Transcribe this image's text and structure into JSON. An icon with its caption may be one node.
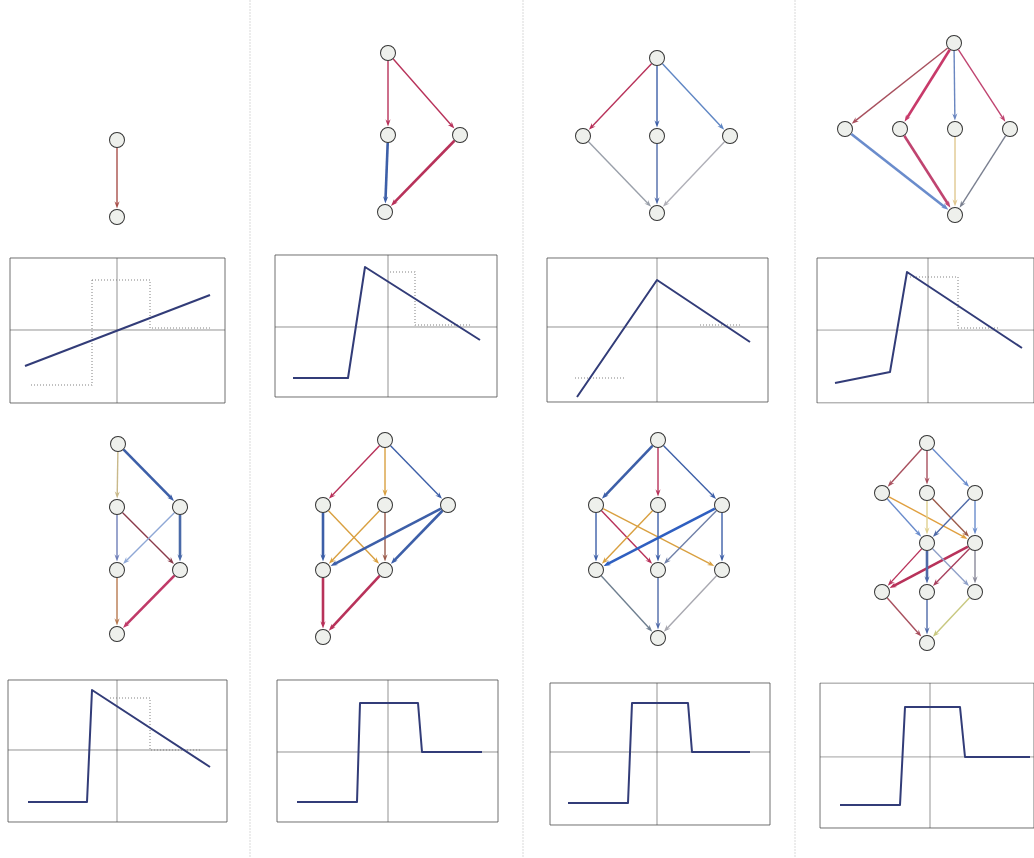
{
  "diagram": {
    "nodes": [
      {
        "text": [],
        "shape": "circle"
      },
      {
        "text": [],
        "shape": "circle"
      },
      {
        "text": [],
        "shape": "circle"
      },
      {
        "text": [],
        "shape": "circle"
      },
      {
        "text": [],
        "shape": "circle"
      },
      {
        "text": [],
        "shape": "circle"
      },
      {
        "text": [],
        "shape": "circle"
      },
      {
        "text": [],
        "shape": "circle"
      },
      {
        "text": [],
        "shape": "circle"
      },
      {
        "text": [],
        "shape": "circle"
      },
      {
        "text": [],
        "shape": "circle"
      },
      {
        "text": [],
        "shape": "circle"
      },
      {
        "text": [],
        "shape": "circle"
      },
      {
        "text": [],
        "shape": "circle"
      },
      {
        "text": [],
        "shape": "circle"
      },
      {
        "text": [],
        "shape": "circle"
      },
      {
        "text": [],
        "shape": "circle"
      },
      {
        "text": [],
        "shape": "circle"
      },
      {
        "text": [],
        "shape": "circle"
      },
      {
        "text": [],
        "shape": "circle"
      },
      {
        "text": [],
        "shape": "circle"
      },
      {
        "text": [],
        "shape": "circle"
      },
      {
        "text": [],
        "shape": "circle"
      },
      {
        "text": [],
        "shape": "circle"
      },
      {
        "text": [],
        "shape": "circle"
      },
      {
        "text": [],
        "shape": "circle"
      },
      {
        "text": [],
        "shape": "circle"
      },
      {
        "text": [],
        "shape": "circle"
      },
      {
        "text": [],
        "shape": "circle"
      },
      {
        "text": [],
        "shape": "circle"
      },
      {
        "text": [],
        "shape": "circle"
      },
      {
        "text": [],
        "shape": "circle"
      },
      {
        "text": [],
        "shape": "circle"
      },
      {
        "text": [],
        "shape": "circle"
      },
      {
        "text": [],
        "shape": "circle"
      },
      {
        "text": [],
        "shape": "circle"
      },
      {
        "text": [],
        "shape": "circle"
      },
      {
        "text": [],
        "shape": "circle"
      },
      {
        "text": [],
        "shape": "circle"
      },
      {
        "text": [],
        "shape": "circle"
      },
      {
        "text": [],
        "shape": "circle"
      },
      {
        "text": [],
        "shape": "circle"
      },
      {
        "text": [],
        "shape": "circle"
      },
      {
        "text": [],
        "shape": "circle"
      },
      {
        "text": [],
        "shape": "circle"
      },
      {
        "text": [],
        "shape": "circle"
      },
      {
        "text": [],
        "shape": "circle"
      },
      {
        "text": [],
        "shape": "circle"
      }
    ],
    "edges": [
      {
        "from": 0,
        "to": 1,
        "arrow": "to",
        "color": "#a8504a"
      },
      {
        "from": 2,
        "to": 3,
        "arrow": "to",
        "color": "#b8325a"
      },
      {
        "from": 2,
        "to": 4,
        "arrow": "to",
        "color": "#b8325a"
      },
      {
        "from": 3,
        "to": 5,
        "arrow": "to",
        "color": "#3d5fa8"
      },
      {
        "from": 4,
        "to": 5,
        "arrow": "to",
        "color": "#b8325a"
      },
      {
        "from": 6,
        "to": 7,
        "arrow": "to",
        "color": "#b8325a"
      },
      {
        "from": 6,
        "to": 8,
        "arrow": "to",
        "color": "#3d5fa8"
      },
      {
        "from": 6,
        "to": 9,
        "arrow": "to",
        "color": "#5f86c4"
      },
      {
        "from": 7,
        "to": 10,
        "arrow": "to",
        "color": "#9aa0aa"
      },
      {
        "from": 8,
        "to": 10,
        "arrow": "to",
        "color": "#4f6aa8"
      },
      {
        "from": 9,
        "to": 10,
        "arrow": "to",
        "color": "#b0b0b8"
      },
      {
        "from": 11,
        "to": 12,
        "arrow": "to",
        "color": "#a8505e"
      },
      {
        "from": 11,
        "to": 13,
        "arrow": "to",
        "color": "#c83a6a"
      },
      {
        "from": 11,
        "to": 14,
        "arrow": "to",
        "color": "#6a86c0"
      },
      {
        "from": 11,
        "to": 15,
        "arrow": "to",
        "color": "#c04470"
      },
      {
        "from": 12,
        "to": 16,
        "arrow": "to",
        "color": "#6a8ccc"
      },
      {
        "from": 13,
        "to": 16,
        "arrow": "to",
        "color": "#c04470"
      },
      {
        "from": 14,
        "to": 16,
        "arrow": "to",
        "color": "#e0c890"
      },
      {
        "from": 15,
        "to": 16,
        "arrow": "to",
        "color": "#7a8090"
      },
      {
        "from": 17,
        "to": 18,
        "arrow": "to",
        "color": "#c9b98a"
      },
      {
        "from": 17,
        "to": 19,
        "arrow": "to",
        "color": "#3d5fa8"
      },
      {
        "from": 18,
        "to": 20,
        "arrow": "to",
        "color": "#6f7fb8"
      },
      {
        "from": 18,
        "to": 21,
        "arrow": "to",
        "color": "#8a3a4a"
      },
      {
        "from": 19,
        "to": 20,
        "arrow": "to",
        "color": "#8fa8d6"
      },
      {
        "from": 19,
        "to": 21,
        "arrow": "to",
        "color": "#4a6aa8"
      },
      {
        "from": 20,
        "to": 22,
        "arrow": "to",
        "color": "#b87a50"
      },
      {
        "from": 21,
        "to": 22,
        "arrow": "to",
        "color": "#c03a68"
      },
      {
        "from": 23,
        "to": 24,
        "arrow": "to",
        "color": "#b8325a"
      },
      {
        "from": 23,
        "to": 25,
        "arrow": "to",
        "color": "#d9a040"
      },
      {
        "from": 23,
        "to": 26,
        "arrow": "to",
        "color": "#3d5fa8"
      },
      {
        "from": 24,
        "to": 27,
        "arrow": "to",
        "color": "#3d5fa8"
      },
      {
        "from": 24,
        "to": 28,
        "arrow": "to",
        "color": "#d9a040"
      },
      {
        "from": 25,
        "to": 27,
        "arrow": "to",
        "color": "#d9a040"
      },
      {
        "from": 25,
        "to": 28,
        "arrow": "to",
        "color": "#9b5a4a"
      },
      {
        "from": 26,
        "to": 27,
        "arrow": "to",
        "color": "#3d5fa8"
      },
      {
        "from": 26,
        "to": 28,
        "arrow": "to",
        "color": "#3d5fa8"
      },
      {
        "from": 27,
        "to": 29,
        "arrow": "to",
        "color": "#b8325a"
      },
      {
        "from": 28,
        "to": 29,
        "arrow": "to",
        "color": "#b8325a"
      },
      {
        "from": 30,
        "to": 31,
        "arrow": "to",
        "color": "#3d5fa8"
      },
      {
        "from": 30,
        "to": 32,
        "arrow": "to",
        "color": "#b8325a"
      },
      {
        "from": 30,
        "to": 33,
        "arrow": "to",
        "color": "#3d5fa8"
      },
      {
        "from": 31,
        "to": 34,
        "arrow": "to",
        "color": "#3d5fa8"
      },
      {
        "from": 31,
        "to": 35,
        "arrow": "to",
        "color": "#b8325a"
      },
      {
        "from": 31,
        "to": 36,
        "arrow": "to",
        "color": "#d9a040"
      },
      {
        "from": 32,
        "to": 34,
        "arrow": "to",
        "color": "#d9a040"
      },
      {
        "from": 32,
        "to": 35,
        "arrow": "to",
        "color": "#3d5fa8"
      },
      {
        "from": 33,
        "to": 34,
        "arrow": "to",
        "color": "#2f5fc0"
      },
      {
        "from": 33,
        "to": 35,
        "arrow": "to",
        "color": "#6f7fa8"
      },
      {
        "from": 33,
        "to": 36,
        "arrow": "to",
        "color": "#3d5fa8"
      },
      {
        "from": 34,
        "to": 37,
        "arrow": "to",
        "color": "#6f7f90"
      },
      {
        "from": 35,
        "to": 37,
        "arrow": "to",
        "color": "#4f6aa8"
      },
      {
        "from": 36,
        "to": 37,
        "arrow": "to",
        "color": "#a8a8b0"
      },
      {
        "from": 38,
        "to": 39,
        "arrow": "to",
        "color": "#a8505e"
      },
      {
        "from": 38,
        "to": 40,
        "arrow": "to",
        "color": "#a8505e"
      },
      {
        "from": 38,
        "to": 41,
        "arrow": "to",
        "color": "#6a8ccc"
      },
      {
        "from": 39,
        "to": 42,
        "arrow": "to",
        "color": "#6a8ccc"
      },
      {
        "from": 39,
        "to": 43,
        "arrow": "to",
        "color": "#e0a040"
      },
      {
        "from": 40,
        "to": 42,
        "arrow": "to",
        "color": "#e0d090"
      },
      {
        "from": 40,
        "to": 43,
        "arrow": "to",
        "color": "#9b5a4a"
      },
      {
        "from": 41,
        "to": 42,
        "arrow": "to",
        "color": "#4f6aa8"
      },
      {
        "from": 41,
        "to": 43,
        "arrow": "to",
        "color": "#6a8ccc"
      },
      {
        "from": 42,
        "to": 44,
        "arrow": "to",
        "color": "#b8325a"
      },
      {
        "from": 43,
        "to": 44,
        "arrow": "to",
        "color": "#b8325a"
      },
      {
        "from": 42,
        "to": 45,
        "arrow": "to",
        "color": "#4f6aa8"
      },
      {
        "from": 42,
        "to": 46,
        "arrow": "to",
        "color": "#8fa0c8"
      },
      {
        "from": 43,
        "to": 45,
        "arrow": "to",
        "color": "#a8405e"
      },
      {
        "from": 43,
        "to": 46,
        "arrow": "to",
        "color": "#8a8a9a"
      },
      {
        "from": 44,
        "to": 47,
        "arrow": "to",
        "color": "#a8505e"
      },
      {
        "from": 45,
        "to": 47,
        "arrow": "to",
        "color": "#4f6aa8"
      },
      {
        "from": 46,
        "to": 47,
        "arrow": "to",
        "color": "#c8c880"
      }
    ]
  }
}
